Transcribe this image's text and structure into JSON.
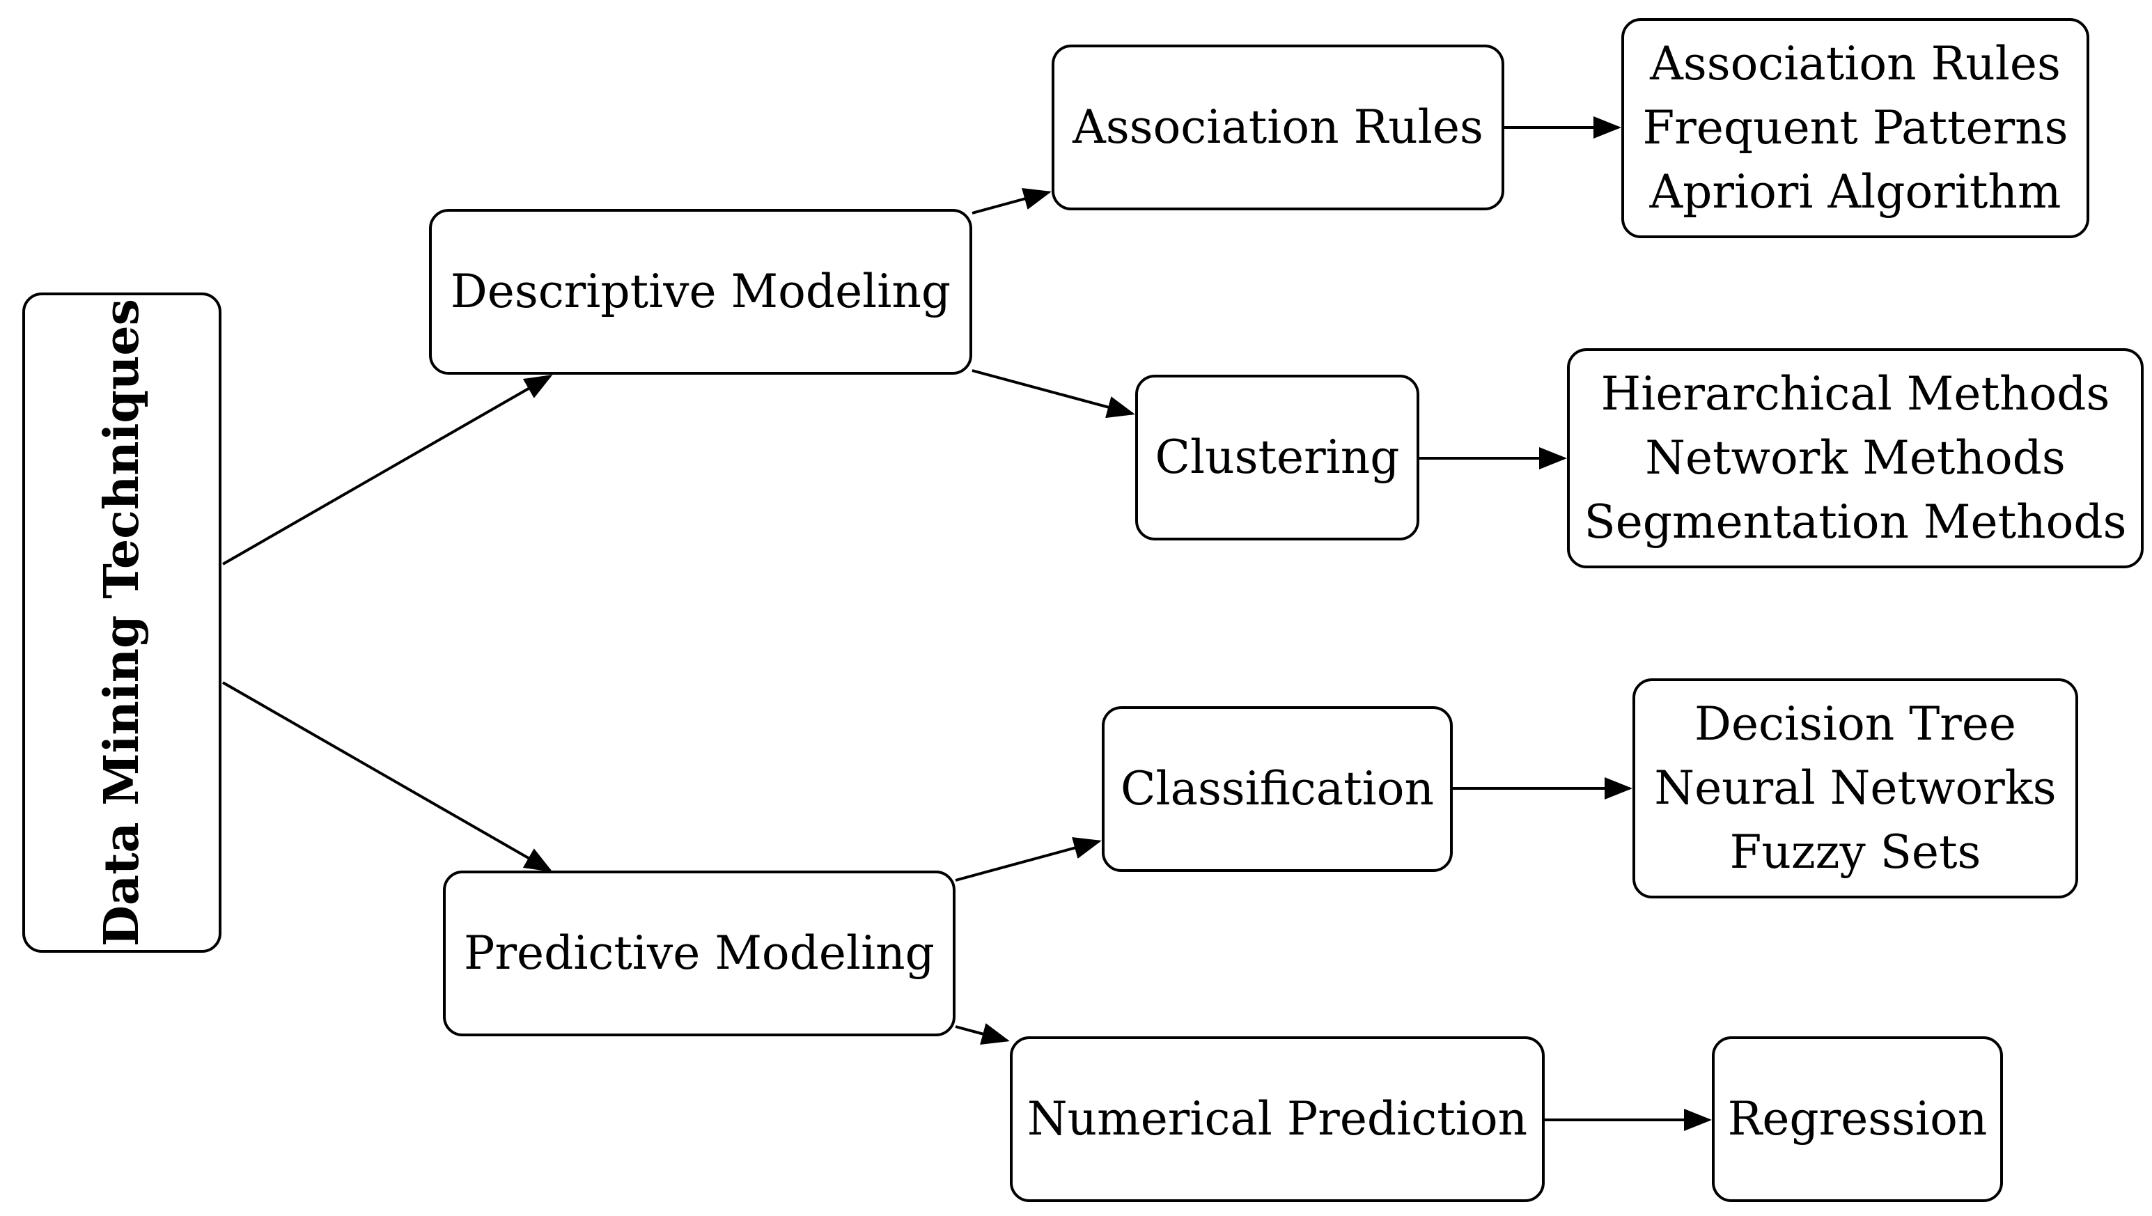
{
  "root": {
    "label": "Data Mining Techniques"
  },
  "branches": {
    "descriptive": {
      "label": "Descriptive Modeling"
    },
    "predictive": {
      "label": "Predictive Modeling"
    }
  },
  "methods": {
    "association": {
      "label": "Association Rules"
    },
    "clustering": {
      "label": "Clustering"
    },
    "classification": {
      "label": "Classification"
    },
    "numerical": {
      "label": "Numerical Prediction"
    }
  },
  "examples": {
    "association": [
      "Association Rules",
      "Frequent Patterns",
      "Apriori Algorithm"
    ],
    "clustering": [
      "Hierarchical Methods",
      "Network Methods",
      "Segmentation Methods"
    ],
    "classification": [
      "Decision Tree",
      "Neural Networks",
      "Fuzzy Sets"
    ],
    "numerical": [
      "Regression"
    ]
  }
}
